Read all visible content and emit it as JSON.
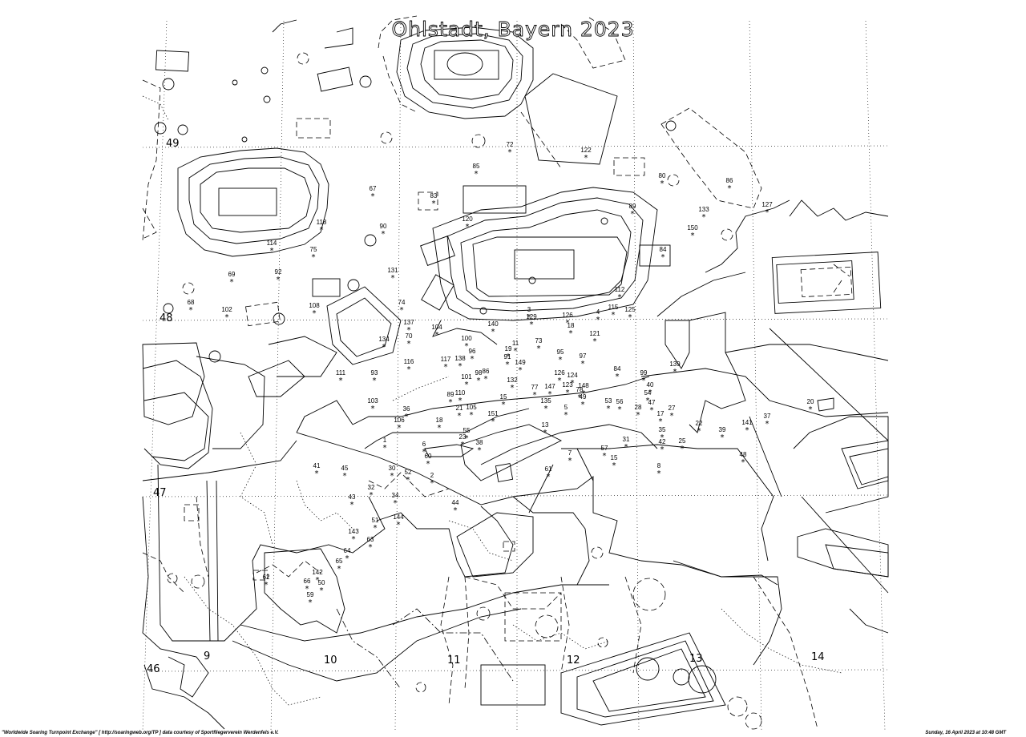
{
  "map": {
    "title": "Ohlstadt, Bayern 2023",
    "colors": {
      "ink": "#000000",
      "background": "#ffffff"
    },
    "grid_cells": [
      "49",
      "48",
      "47",
      "46",
      "9",
      "10",
      "11",
      "12",
      "13",
      "14"
    ],
    "waypoint_ids": [
      "72",
      "122",
      "85",
      "80",
      "86",
      "67",
      "83",
      "127",
      "133",
      "150",
      "118",
      "114",
      "75",
      "120",
      "89",
      "90",
      "84",
      "69",
      "92",
      "131",
      "68",
      "102",
      "108",
      "74",
      "112",
      "104",
      "3",
      "115",
      "125",
      "126",
      "4",
      "137",
      "140",
      "129",
      "18",
      "70",
      "100",
      "121",
      "134",
      "11",
      "19",
      "73",
      "95",
      "97",
      "96",
      "138",
      "117",
      "116",
      "111",
      "86",
      "91",
      "84",
      "99",
      "139",
      "93",
      "101",
      "98",
      "126",
      "124",
      "149",
      "132",
      "77",
      "147",
      "123",
      "148",
      "78",
      "49",
      "103",
      "89",
      "110",
      "15",
      "135",
      "5",
      "53",
      "56",
      "28",
      "54",
      "47",
      "35",
      "40",
      "36",
      "21",
      "105",
      "151",
      "13",
      "17",
      "27",
      "22",
      "39",
      "141",
      "37",
      "20",
      "41",
      "45",
      "1",
      "18",
      "106",
      "55",
      "23",
      "38",
      "6",
      "60",
      "31",
      "57",
      "15",
      "42",
      "25",
      "48",
      "30",
      "52",
      "2",
      "7",
      "61",
      "8",
      "32",
      "34",
      "43",
      "44",
      "144",
      "51",
      "143",
      "63",
      "64",
      "65",
      "142",
      "59",
      "62",
      "66",
      "50"
    ],
    "footer_left": "\"Worldwide Soaring Turnpoint Exchange\" [ http://soaringweb.org/TP ] data courtesy of Sportfliegerverein Werdenfels e.V.",
    "footer_right": "Sunday, 16 April 2023 at 10:48 GMT"
  }
}
